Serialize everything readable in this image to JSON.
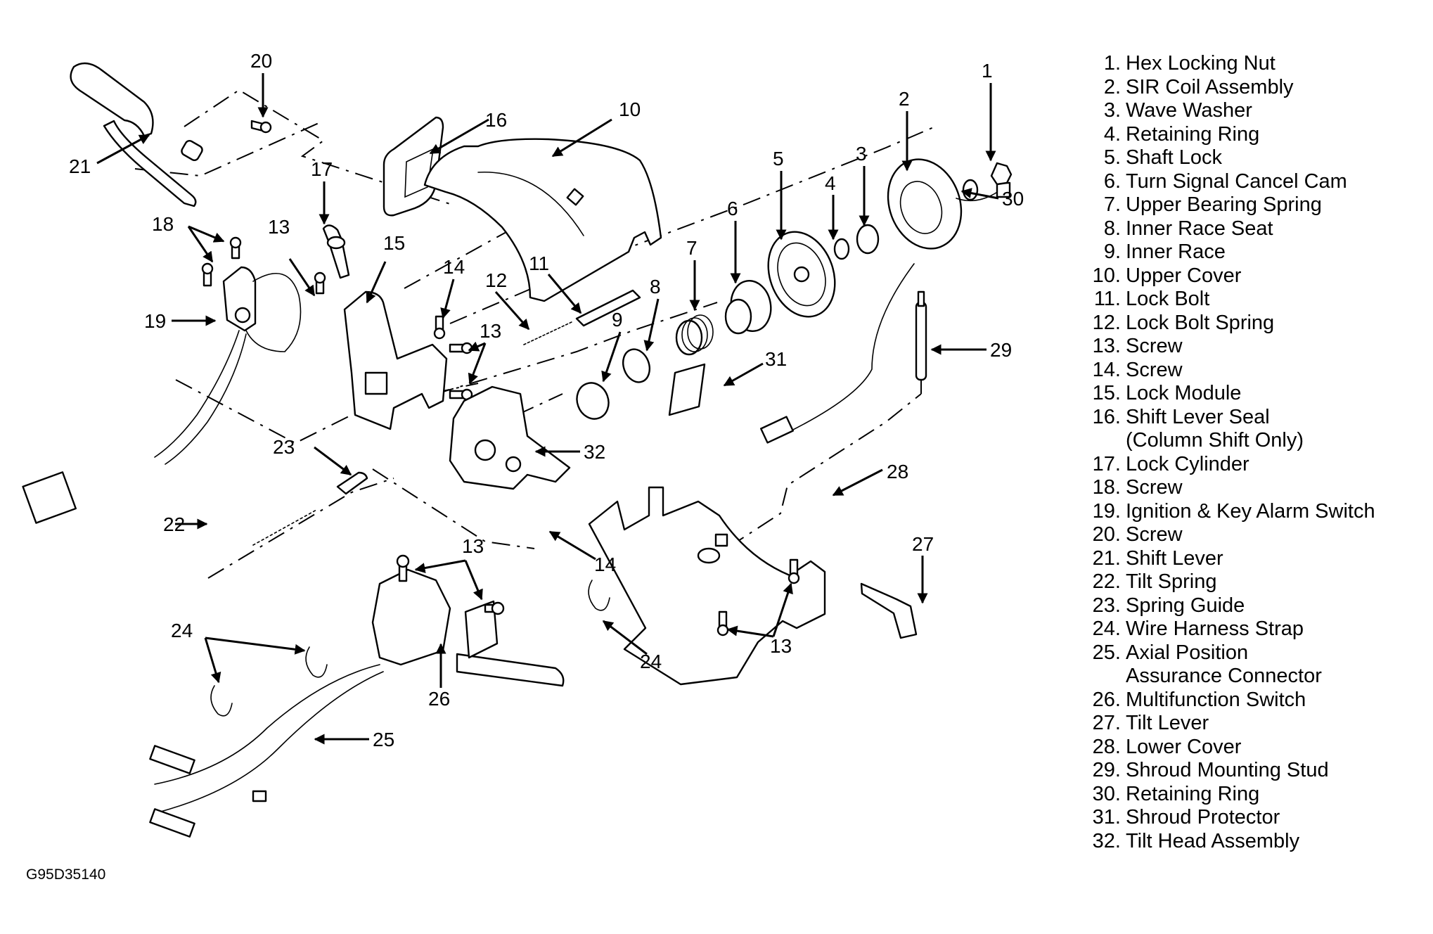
{
  "figure_id": "G95D35140",
  "legend": [
    {
      "num": "1.",
      "label": "Hex Locking Nut"
    },
    {
      "num": "2.",
      "label": "SIR Coil Assembly"
    },
    {
      "num": "3.",
      "label": "Wave Washer"
    },
    {
      "num": "4.",
      "label": "Retaining Ring"
    },
    {
      "num": "5.",
      "label": "Shaft Lock"
    },
    {
      "num": "6.",
      "label": "Turn Signal Cancel Cam"
    },
    {
      "num": "7.",
      "label": "Upper Bearing Spring"
    },
    {
      "num": "8.",
      "label": "Inner Race Seat"
    },
    {
      "num": "9.",
      "label": "Inner Race"
    },
    {
      "num": "10.",
      "label": "Upper Cover"
    },
    {
      "num": "11.",
      "label": "Lock Bolt"
    },
    {
      "num": "12.",
      "label": "Lock Bolt Spring"
    },
    {
      "num": "13.",
      "label": "Screw"
    },
    {
      "num": "14.",
      "label": "Screw"
    },
    {
      "num": "15.",
      "label": "Lock Module"
    },
    {
      "num": "16.",
      "label": "Shift Lever Seal",
      "cont": "(Column Shift Only)"
    },
    {
      "num": "17.",
      "label": "Lock Cylinder"
    },
    {
      "num": "18.",
      "label": "Screw"
    },
    {
      "num": "19.",
      "label": "Ignition & Key Alarm Switch"
    },
    {
      "num": "20.",
      "label": "Screw"
    },
    {
      "num": "21.",
      "label": "Shift Lever"
    },
    {
      "num": "22.",
      "label": "Tilt Spring"
    },
    {
      "num": "23.",
      "label": "Spring Guide"
    },
    {
      "num": "24.",
      "label": "Wire Harness Strap"
    },
    {
      "num": "25.",
      "label": "Axial Position",
      "cont": "Assurance Connector"
    },
    {
      "num": "26.",
      "label": "Multifunction Switch"
    },
    {
      "num": "27.",
      "label": "Tilt Lever"
    },
    {
      "num": "28.",
      "label": "Lower Cover"
    },
    {
      "num": "29.",
      "label": "Shroud Mounting Stud"
    },
    {
      "num": "30.",
      "label": "Retaining Ring"
    },
    {
      "num": "31.",
      "label": "Shroud Protector"
    },
    {
      "num": "32.",
      "label": "Tilt Head Assembly"
    }
  ],
  "callouts": {
    "c1": "1",
    "c2": "2",
    "c3": "3",
    "c4": "4",
    "c5": "5",
    "c6": "6",
    "c7": "7",
    "c8": "8",
    "c9": "9",
    "c10": "10",
    "c11": "11",
    "c12": "12",
    "c13a": "13",
    "c13b": "13",
    "c13c": "13",
    "c13d": "13",
    "c14a": "14",
    "c14b": "14",
    "c15": "15",
    "c16": "16",
    "c17": "17",
    "c18": "18",
    "c19": "19",
    "c20": "20",
    "c21": "21",
    "c22": "22",
    "c23": "23",
    "c24a": "24",
    "c24b": "24",
    "c25": "25",
    "c26": "26",
    "c27": "27",
    "c28": "28",
    "c29": "29",
    "c30": "30",
    "c31": "31",
    "c32": "32"
  }
}
